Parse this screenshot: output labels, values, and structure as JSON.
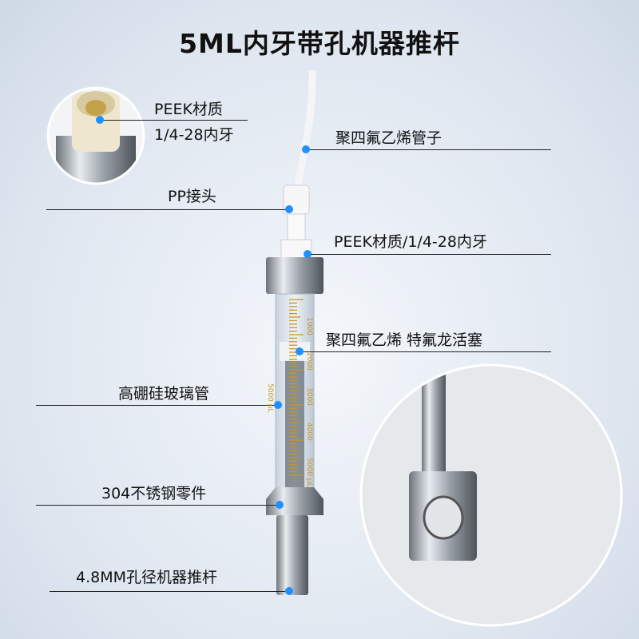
{
  "title": "5ML内牙带孔机器推杆",
  "labels": {
    "peek_material": "PEEK材质",
    "thread_inner": "1/4-28内牙",
    "ptfe_tube": "聚四氟乙烯管子",
    "pp_connector": "PP接头",
    "peek_thread": "PEEK材质/1/4-28内牙",
    "ptfe_piston": "聚四氟乙烯 特氟龙活塞",
    "glass_tube": "高硼硅玻璃管",
    "steel_parts": "304不锈钢零件",
    "push_rod": "4.8MM孔径机器推杆"
  },
  "syringe_scale": [
    "1000",
    "2000",
    "3000",
    "4000",
    "5000 μL"
  ],
  "barrel_marking": "5000 μL",
  "colors": {
    "dot": "#1e90ff",
    "scale": "#c8961e"
  }
}
